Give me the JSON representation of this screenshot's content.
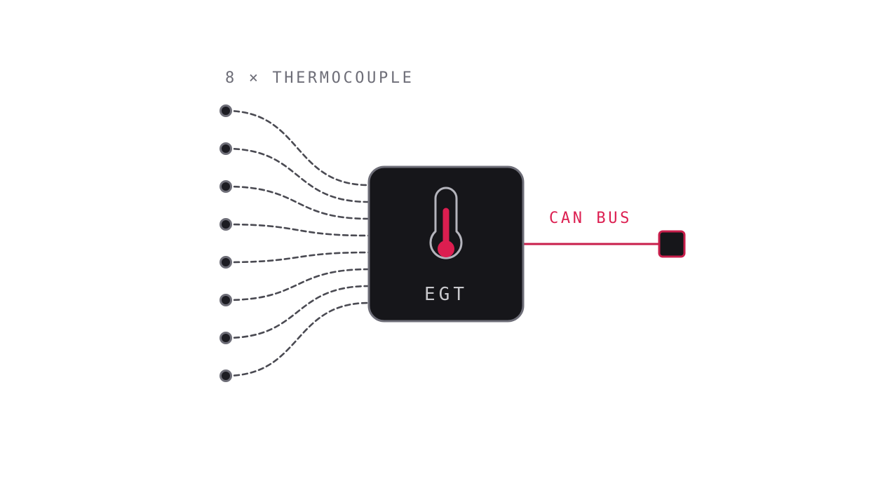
{
  "diagram": {
    "inputs_label": "8 × THERMOCOUPLE",
    "module_label": "EGT",
    "bus_label": "CAN BUS",
    "input_count": 8,
    "module_icon": "thermometer-icon",
    "colors": {
      "background": "#ffffff",
      "module_fill": "#16161a",
      "module_stroke": "#6e6e78",
      "wire": "#4a4a52",
      "input_dot_fill": "#1c1c22",
      "input_dot_stroke": "#6e6e78",
      "label_gray": "#6e6e78",
      "module_text": "#c8c8cc",
      "accent": "#dc1e50",
      "bus_line": "#c81e4b"
    }
  }
}
